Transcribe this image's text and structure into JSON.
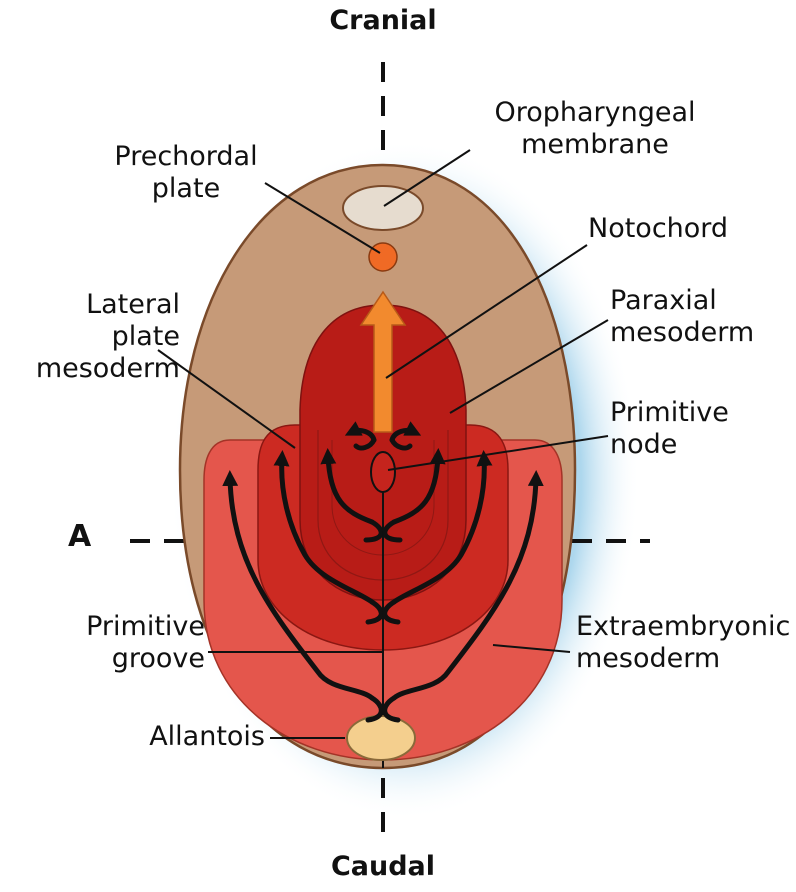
{
  "orientation": {
    "top": "Cranial",
    "bottom": "Caudal",
    "section": "A"
  },
  "labels": {
    "oropharyngeal_membrane": "Oropharyngeal\nmembrane",
    "prechordal_plate": "Prechordal\nplate",
    "notochord": "Notochord",
    "lateral_plate_mesoderm": "Lateral\nplate\nmesoderm",
    "paraxial_mesoderm": "Paraxial\nmesoderm",
    "primitive_node": "Primitive\nnode",
    "primitive_groove": "Primitive\ngroove",
    "extraembryonic_mesoderm": "Extraembryonic\nmesoderm",
    "allantois": "Allantois"
  },
  "colors": {
    "ectoderm_disc": "#c69a78",
    "extraembryonic_mesoderm": "#e4564c",
    "lateral_mesoderm": "#cc2a22",
    "paraxial_mesoderm": "#b81c17",
    "notochord": "#f28a2e",
    "prechordal_plate": "#f06a25",
    "membrane": "#e6dccf",
    "allantois": "#f4cf8e",
    "glow": "#9fd0ea"
  }
}
